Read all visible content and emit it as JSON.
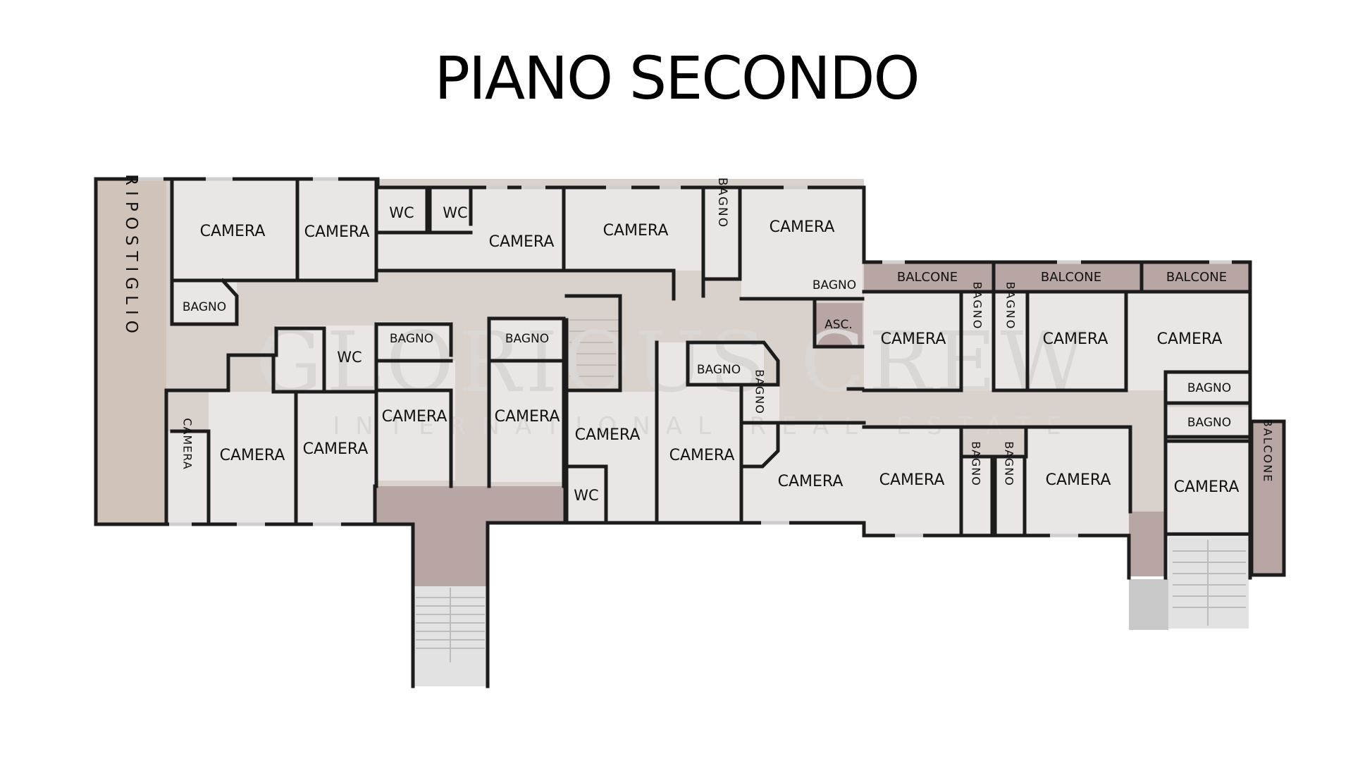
{
  "title": "PIANO SECONDO",
  "colors": {
    "room": "#ebe6e6",
    "corridor": "#d9d1cb",
    "storage": "#cfc3ba",
    "balcony": "#b8a6a4",
    "stair": "#e2e2e2",
    "wall": "#1c1c1c"
  },
  "watermark": {
    "line1": "GLORIOUS CREW",
    "line2": "INTERNATIONAL REAL ESTATE"
  },
  "rooms": {
    "riposti": "RIPOSTIGLIO",
    "c1": "CAMERA",
    "c2": "CAMERA",
    "wc1": "WC",
    "wc2": "WC",
    "c3": "CAMERA",
    "c4": "CAMERA",
    "bagno_v1": "BAGNO",
    "c5": "CAMERA",
    "bagno_sq1": "BAGNO",
    "bagno1": "BAGNO",
    "wc3": "WC",
    "bagno2": "BAGNO",
    "bagno3": "BAGNO",
    "bagno4": "BAGNO",
    "asc": "ASC.",
    "c6": "CAMERA",
    "c7": "CAMERA",
    "c8": "CAMERA",
    "c9": "CAMERA",
    "c10": "CAMERA",
    "c11": "CAMERA",
    "c12": "CAMERA",
    "wc4": "WC",
    "bagno_v2": "BAGNO",
    "c13": "CAMERA",
    "balcone1": "BALCONE",
    "balcone2": "BALCONE",
    "balcone3": "BALCONE",
    "c14": "CAMERA",
    "bagno_v3": "BAGNO",
    "bagno_v4": "BAGNO",
    "c15": "CAMERA",
    "c16": "CAMERA",
    "bagno5": "BAGNO",
    "bagno6": "BAGNO",
    "c17": "CAMERA",
    "bagno_v5": "BAGNO",
    "bagno_v6": "BAGNO",
    "c18": "CAMERA",
    "c19": "CAMERA",
    "balcone_v": "BALCONE"
  }
}
